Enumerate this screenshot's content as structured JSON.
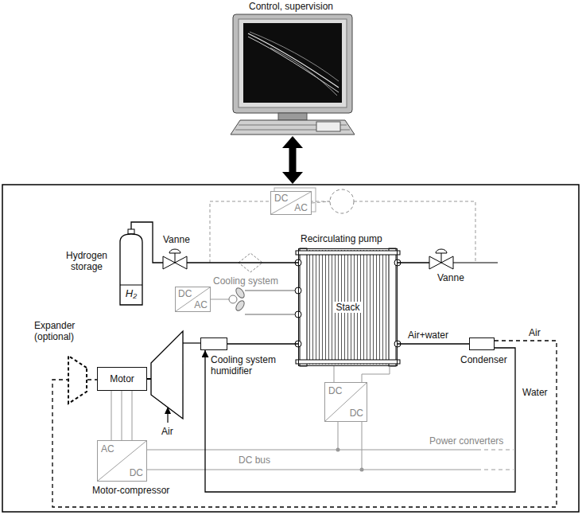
{
  "diagram": {
    "nodes": [
      {
        "text": [
          "Control, supervision"
        ]
      },
      {
        "text": [
          "DC",
          "AC"
        ]
      },
      {
        "text": [
          "Vanne"
        ]
      },
      {
        "text": [
          "Hydrogen storage",
          "H₂"
        ]
      },
      {
        "text": [
          "Stack"
        ]
      },
      {
        "text": [
          "Vanne"
        ]
      },
      {
        "text": [
          "DC",
          "AC"
        ]
      },
      {
        "text": [
          "Expander (optional)"
        ]
      },
      {
        "text": [
          "Motor"
        ]
      },
      {
        "text": [
          "Cooling system humidifier"
        ]
      },
      {
        "text": [
          "Condenser"
        ]
      },
      {
        "text": [
          "DC",
          "DC"
        ]
      },
      {
        "text": [
          "AC",
          "DC"
        ]
      }
    ],
    "edges": [
      {
        "from": 3,
        "to": 2,
        "arrow": "none"
      },
      {
        "from": 2,
        "to": 4,
        "arrow": "none"
      },
      {
        "from": 4,
        "to": 5,
        "arrow": "none"
      },
      {
        "from": 9,
        "to": 4,
        "arrow": "none"
      },
      {
        "from": 4,
        "to": 10,
        "label": "Air+water",
        "arrow": "none"
      },
      {
        "from": 10,
        "to": 9,
        "label": "Water",
        "arrow": "to"
      },
      {
        "from": 10,
        "to": 7,
        "label": "Air",
        "arrow": "none"
      },
      {
        "from": 7,
        "to": 8,
        "arrow": "none"
      },
      {
        "from": 12,
        "to": 8,
        "arrow": "none"
      },
      {
        "from": 4,
        "to": 11,
        "arrow": "none"
      }
    ],
    "labels": [
      "Recirculating pump",
      "Cooling system",
      "Air",
      "Power converters",
      "DC bus",
      "Motor-compressor"
    ]
  }
}
